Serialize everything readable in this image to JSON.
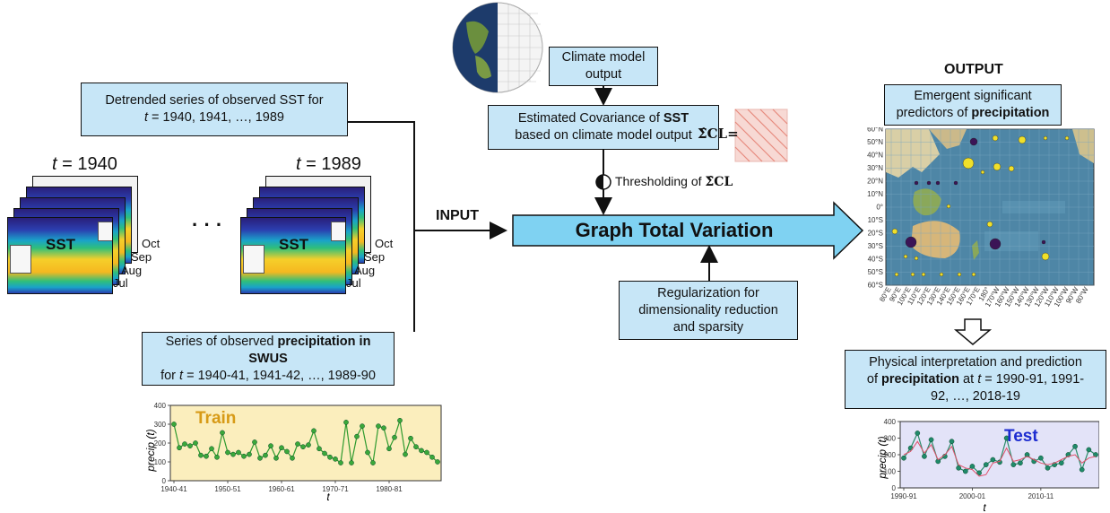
{
  "boxes": {
    "detrended_sst": {
      "line1": "Detrended series of observed SST for",
      "line2_t": "t",
      "line2_rest": " = 1940, 1941, …, 1989"
    },
    "climate_model": {
      "line1": "Climate model",
      "line2": "output"
    },
    "covariance": {
      "pre": "Estimated Covariance of ",
      "bold": "SST",
      "line2": "based on climate model output"
    },
    "regularization": {
      "line1": "Regularization for",
      "line2": "dimensionality reduction",
      "line3": "and sparsity"
    },
    "precip_series": {
      "pre": "Series of observed ",
      "bold": "precipitation in SWUS",
      "line2_pre": "for ",
      "line2_t": "t",
      "line2_rest": " = 1940-41, 1941-42, …, 1989-90"
    },
    "emergent": {
      "line1": "Emergent significant",
      "line2_pre": "predictors of ",
      "line2_bold": "precipitation"
    },
    "physical": {
      "line1": "Physical interpretation and prediction",
      "line2_pre": "of ",
      "line2_bold": "precipitation",
      "line2_mid": " at ",
      "line2_t": "t",
      "line2_rest": " = 1990-91, 1991-",
      "line3": "92, …, 2018-19"
    }
  },
  "labels": {
    "t1940_t": "t",
    "t1940_rest": " = 1940",
    "t1989_t": "t",
    "t1989_rest": " = 1989",
    "dots": "· · ·",
    "input": "INPUT",
    "output": "OUTPUT",
    "gtv": "Graph Total Variation",
    "sigma_eq": "Σ̂CL=",
    "thresholding": "Thresholding of ",
    "thresholding_sym": "Σ̂CL",
    "sst": "SST",
    "months": [
      "Oct",
      "Sep",
      "Aug",
      "Jul"
    ]
  },
  "map": {
    "lat_labels": [
      "60°N",
      "50°N",
      "40°N",
      "30°N",
      "20°N",
      "10°N",
      "0°",
      "10°S",
      "20°S",
      "30°S",
      "40°S",
      "50°S",
      "60°S"
    ],
    "lon_labels": [
      "80°E",
      "90°E",
      "100°E",
      "110°E",
      "120°E",
      "130°E",
      "140°E",
      "150°E",
      "160°E",
      "170°E",
      "180°",
      "170°W",
      "160°W",
      "150°W",
      "140°W",
      "130°W",
      "120°W",
      "110°W",
      "100°W",
      "90°W",
      "80°W"
    ]
  },
  "chart_data": [
    {
      "type": "line",
      "title": "Train",
      "xlabel": "t",
      "ylabel": "precip (t)",
      "ylim": [
        0,
        400
      ],
      "yticks": [
        0,
        100,
        200,
        300,
        400
      ],
      "xtick_labels": [
        "1940-41",
        "1950-51",
        "1960-61",
        "1970-71",
        "1980-81"
      ],
      "xtick_index": [
        0,
        10,
        20,
        30,
        40
      ],
      "values": [
        300,
        175,
        195,
        185,
        200,
        135,
        130,
        170,
        125,
        255,
        150,
        140,
        150,
        130,
        140,
        205,
        120,
        135,
        185,
        120,
        175,
        155,
        120,
        195,
        180,
        190,
        265,
        170,
        145,
        125,
        115,
        95,
        310,
        95,
        235,
        290,
        150,
        95,
        290,
        280,
        170,
        230,
        320,
        140,
        225,
        180,
        160,
        150,
        125,
        100
      ]
    },
    {
      "type": "line",
      "title": "Test",
      "xlabel": "t",
      "ylabel": "precip (t)",
      "ylim": [
        0,
        400
      ],
      "yticks": [
        0,
        100,
        200,
        300,
        400
      ],
      "xtick_labels": [
        "1990-91",
        "2000-01",
        "2010-11"
      ],
      "xtick_index": [
        0,
        10,
        20
      ],
      "series": [
        {
          "values": [
            180,
            240,
            330,
            190,
            290,
            160,
            190,
            280,
            120,
            100,
            130,
            90,
            140,
            170,
            155,
            300,
            140,
            150,
            200,
            160,
            180,
            120,
            140,
            150,
            200,
            250,
            110,
            230,
            200
          ]
        },
        {
          "values": [
            200,
            220,
            280,
            210,
            260,
            170,
            200,
            250,
            140,
            120,
            110,
            70,
            80,
            150,
            160,
            240,
            160,
            170,
            190,
            170,
            150,
            140,
            150,
            170,
            190,
            200,
            150,
            180,
            190
          ]
        }
      ]
    }
  ]
}
